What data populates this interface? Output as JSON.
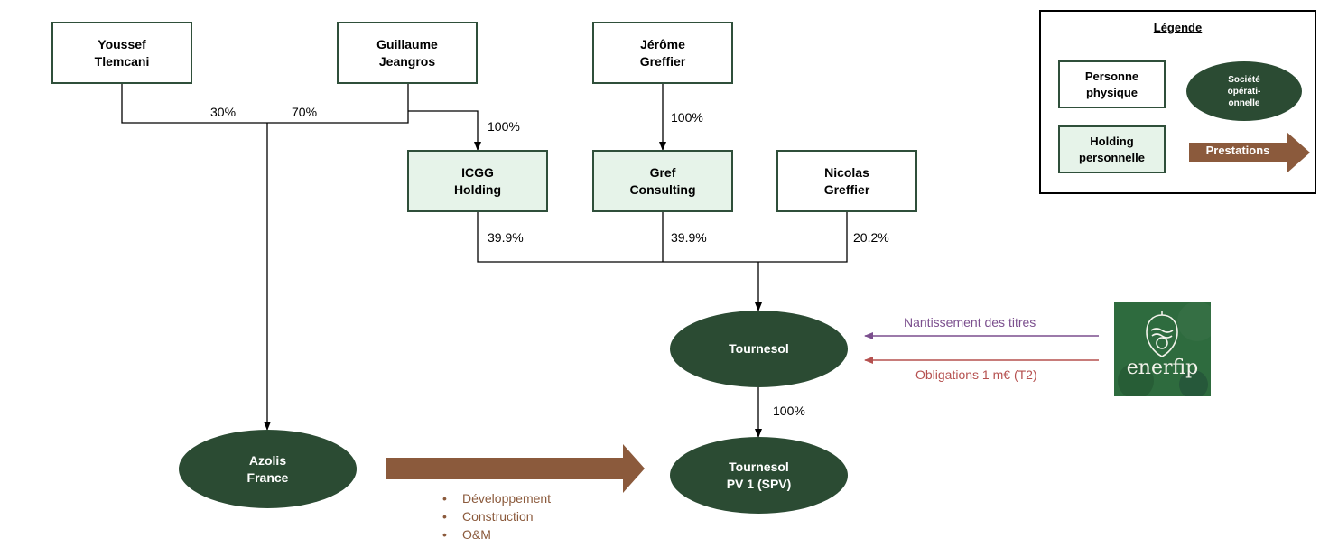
{
  "people": {
    "youssef": "Youssef\nTlemcani",
    "guillaume": "Guillaume\nJeangros",
    "jerome": "Jérôme\nGreffier",
    "nicolas": "Nicolas\nGreffier"
  },
  "holdings": {
    "icgg": "ICGG\nHolding",
    "gref": "Gref\nConsulting"
  },
  "companies": {
    "tournesol": "Tournesol",
    "azolis": "Azolis\nFrance",
    "spv": "Tournesol\nPV 1 (SPV)"
  },
  "percentages": {
    "youssef_azolis": "30%",
    "guillaume_azolis": "70%",
    "guillaume_icgg": "100%",
    "jerome_gref": "100%",
    "icgg_tournesol": "39.9%",
    "gref_tournesol": "39.9%",
    "nicolas_tournesol": "20.2%",
    "tournesol_spv": "100%"
  },
  "flows": {
    "pledge": "Nantissement des titres",
    "bonds": "Obligations 1 m€ (T2)"
  },
  "services": [
    "Développement",
    "Construction",
    "O&M"
  ],
  "logo": {
    "name": "enerfip"
  },
  "legend": {
    "title": "Légende",
    "person": "Personne\nphysique",
    "holding": "Holding\npersonnelle",
    "company": "Société\nopérati-\nonnelle",
    "services": "Prestations"
  },
  "colors": {
    "dark_green": "#2b4b33",
    "light_green": "#e6f3e9",
    "brown": "#8b5a3c",
    "purple": "#7b4f8e",
    "red": "#b5504f",
    "logo_green": "#2e6b3e"
  }
}
